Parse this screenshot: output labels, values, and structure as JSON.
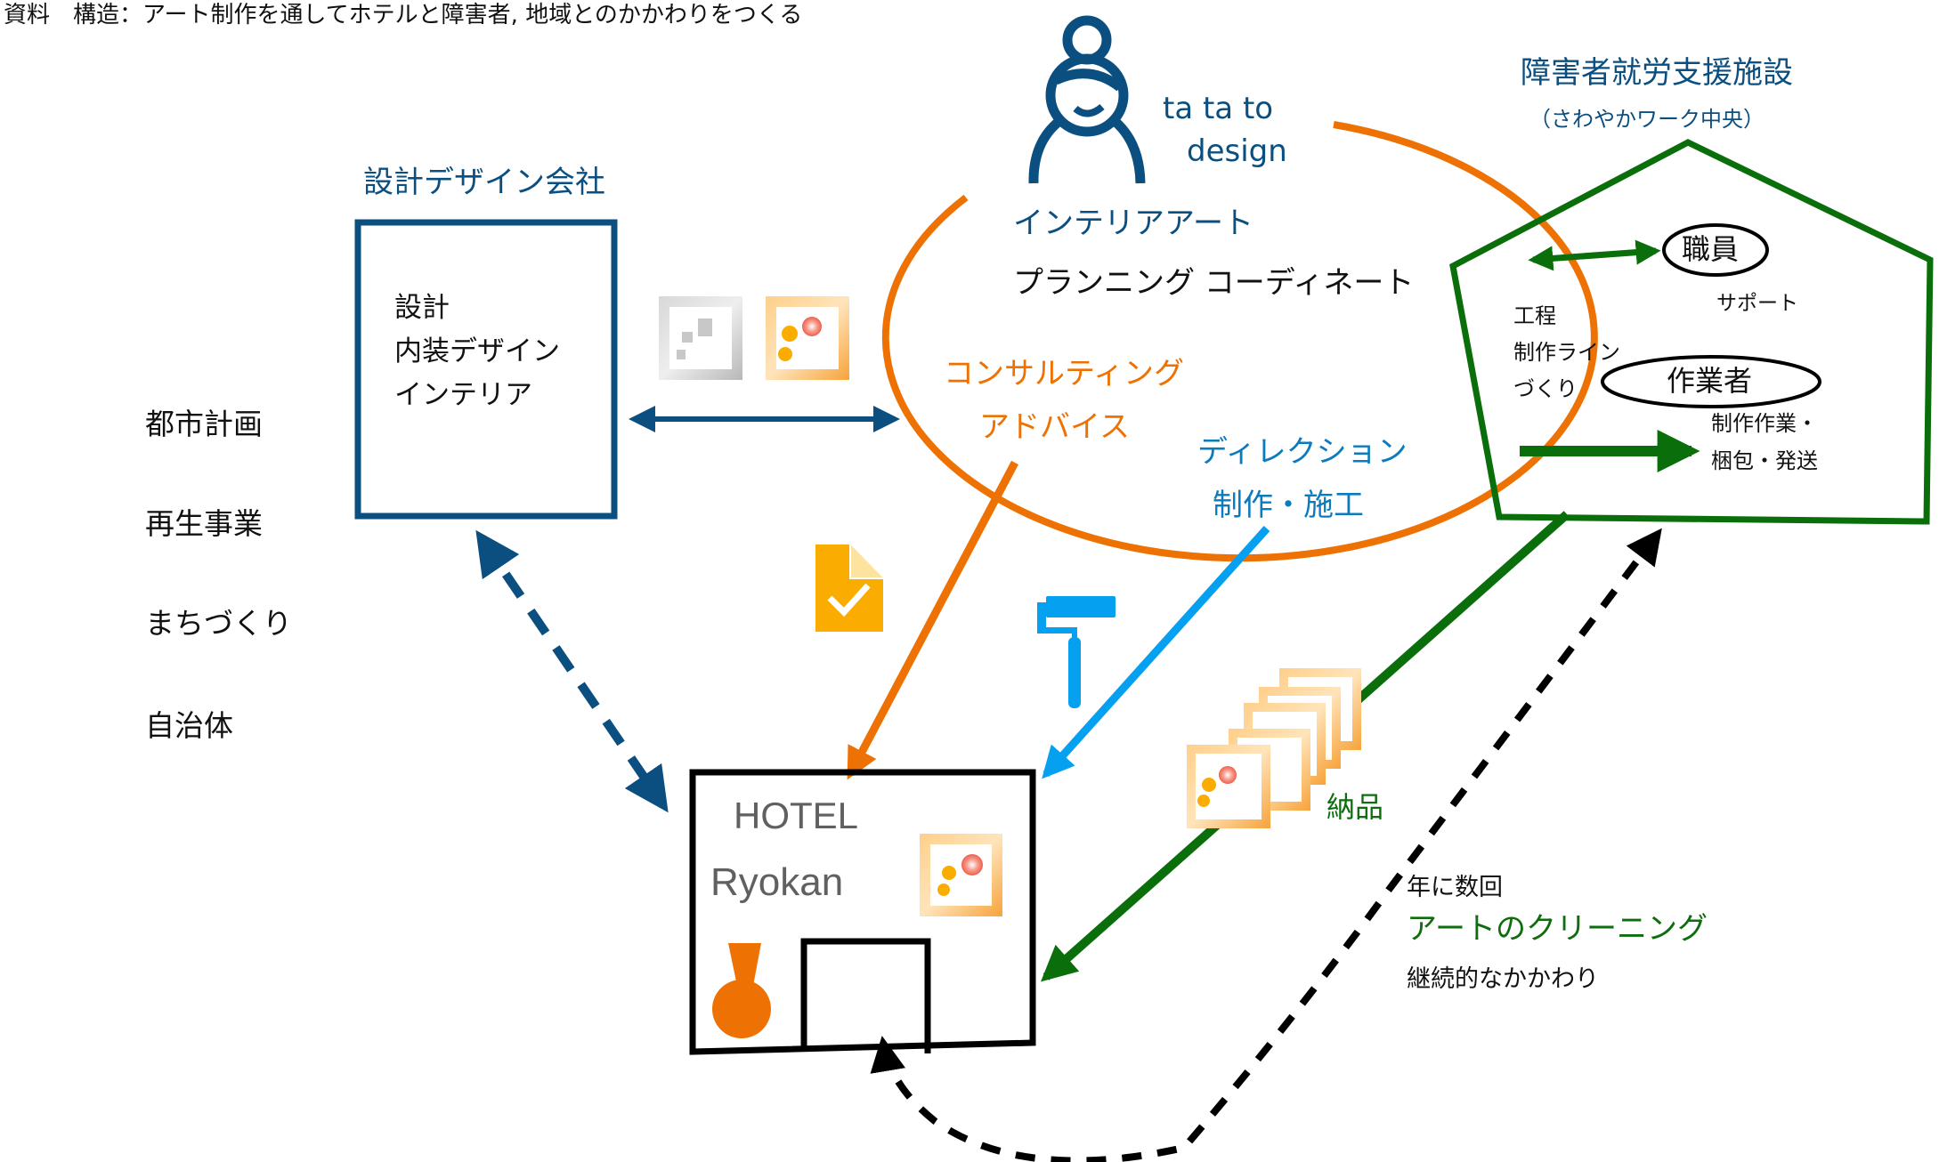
{
  "title": "資料　構造：アート制作を通してホテルと障害者, 地域とのかかわりをつくる",
  "colors": {
    "navy": "#0b4f80",
    "orange": "#ee7203",
    "light_blue": "#06a0f0",
    "green": "#0a6e0a",
    "black": "#000000",
    "doc_yellow": "#fbac00"
  },
  "left_list": [
    "都市計画",
    "再生事業",
    "まちづくり",
    "自治体"
  ],
  "design_company": {
    "heading": "設計デザイン会社",
    "items": [
      "設計",
      "内装デザイン",
      "インテリア"
    ]
  },
  "tatato": {
    "name_line1": "ta ta to",
    "name_line2": "design",
    "role": "インテリアアート",
    "services": "プランニング コーディネート",
    "consulting_line1": "コンサルティング",
    "consulting_line2": "アドバイス",
    "direction_line1": "ディレクション",
    "direction_line2": "制作・施工"
  },
  "facility": {
    "heading": "障害者就労支援施設",
    "subheading": "（さわやかワーク中央）",
    "process_lines": [
      "工程",
      "制作ライン",
      "づくり"
    ],
    "staff_label": "職員",
    "support_label": "サポート",
    "worker_label": "作業者",
    "worker_tasks": [
      "制作作業・",
      "梱包・発送"
    ]
  },
  "hotel": {
    "line1": "HOTEL",
    "line2": "Ryokan"
  },
  "delivery_label": "納品",
  "cleaning": {
    "line1": "年に数回",
    "line2": "アートのクリーニング",
    "line3": "継続的なかかわり"
  },
  "icons": [
    "person-icon",
    "grey-art-frame-icon",
    "orange-art-frame-icon",
    "document-check-icon",
    "paint-roller-icon",
    "stacked-art-frames-icon",
    "hotel-art-frame-icon",
    "vase-icon"
  ]
}
